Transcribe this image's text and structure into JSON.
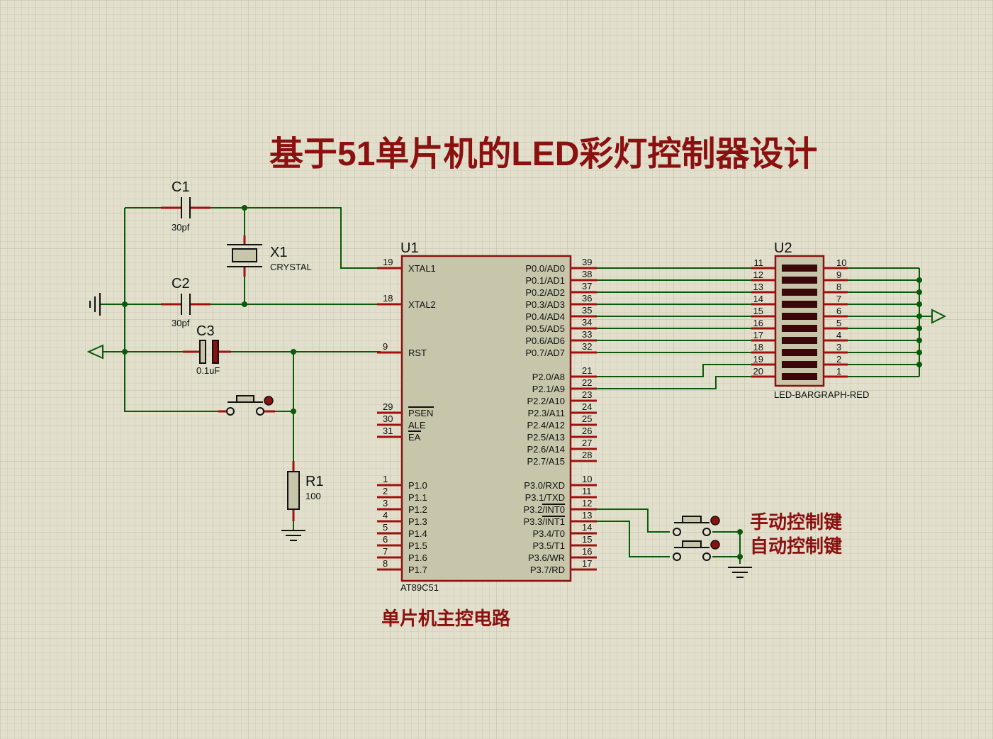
{
  "title": "基于51单片机的LED彩灯控制器设计",
  "labels": {
    "main_circuit": "单片机主控电路",
    "manual_key": "手动控制键",
    "auto_key": "自动控制键"
  },
  "components": {
    "c1": {
      "ref": "C1",
      "value": "30pf"
    },
    "c2": {
      "ref": "C2",
      "value": "30pf"
    },
    "c3": {
      "ref": "C3",
      "value": "0.1uF"
    },
    "x1": {
      "ref": "X1",
      "value": "CRYSTAL"
    },
    "r1": {
      "ref": "R1",
      "value": "100"
    },
    "u1": {
      "ref": "U1",
      "value": "AT89C51"
    },
    "u2": {
      "ref": "U2",
      "value": "LED-BARGRAPH-RED"
    }
  },
  "u1_left_pins": [
    {
      "num": "19",
      "name": "XTAL1"
    },
    {
      "num": "18",
      "name": "XTAL2"
    },
    {
      "num": "9",
      "name": "RST"
    },
    {
      "num": "29",
      "name": "PSEN"
    },
    {
      "num": "30",
      "name": "ALE"
    },
    {
      "num": "31",
      "name": "EA"
    },
    {
      "num": "1",
      "name": "P1.0"
    },
    {
      "num": "2",
      "name": "P1.1"
    },
    {
      "num": "3",
      "name": "P1.2"
    },
    {
      "num": "4",
      "name": "P1.3"
    },
    {
      "num": "5",
      "name": "P1.4"
    },
    {
      "num": "6",
      "name": "P1.5"
    },
    {
      "num": "7",
      "name": "P1.6"
    },
    {
      "num": "8",
      "name": "P1.7"
    }
  ],
  "u1_right_pins": [
    {
      "num": "39",
      "name": "P0.0/AD0"
    },
    {
      "num": "38",
      "name": "P0.1/AD1"
    },
    {
      "num": "37",
      "name": "P0.2/AD2"
    },
    {
      "num": "36",
      "name": "P0.3/AD3"
    },
    {
      "num": "35",
      "name": "P0.4/AD4"
    },
    {
      "num": "34",
      "name": "P0.5/AD5"
    },
    {
      "num": "33",
      "name": "P0.6/AD6"
    },
    {
      "num": "32",
      "name": "P0.7/AD7"
    },
    {
      "num": "21",
      "name": "P2.0/A8"
    },
    {
      "num": "22",
      "name": "P2.1/A9"
    },
    {
      "num": "23",
      "name": "P2.2/A10"
    },
    {
      "num": "24",
      "name": "P2.3/A11"
    },
    {
      "num": "25",
      "name": "P2.4/A12"
    },
    {
      "num": "26",
      "name": "P2.5/A13"
    },
    {
      "num": "27",
      "name": "P2.6/A14"
    },
    {
      "num": "28",
      "name": "P2.7/A15"
    },
    {
      "num": "10",
      "name": "P3.0/RXD"
    },
    {
      "num": "11",
      "name": "P3.1/TXD"
    },
    {
      "num": "12",
      "name": "P3.2/INT0"
    },
    {
      "num": "13",
      "name": "P3.3/INT1"
    },
    {
      "num": "14",
      "name": "P3.4/T0"
    },
    {
      "num": "15",
      "name": "P3.5/T1"
    },
    {
      "num": "16",
      "name": "P3.6/WR"
    },
    {
      "num": "17",
      "name": "P3.7/RD"
    }
  ],
  "u2_left_pins": [
    "11",
    "12",
    "13",
    "14",
    "15",
    "16",
    "17",
    "18",
    "19",
    "20"
  ],
  "u2_right_pins": [
    "10",
    "9",
    "8",
    "7",
    "6",
    "5",
    "4",
    "3",
    "2",
    "1"
  ]
}
